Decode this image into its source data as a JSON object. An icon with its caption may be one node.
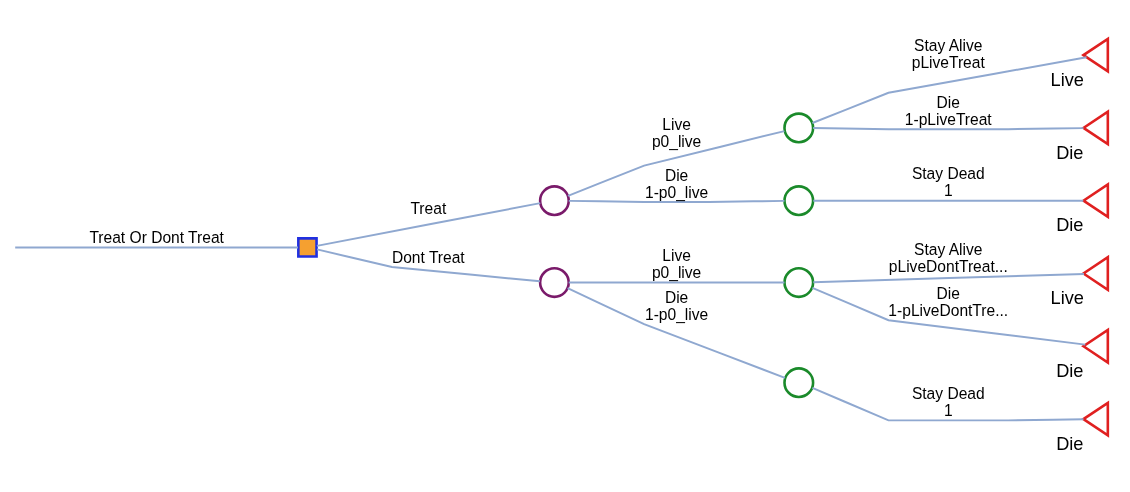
{
  "diagram": {
    "nodes": [
      {
        "text": [],
        "shape": "box"
      },
      {
        "text": [],
        "shape": "circle"
      },
      {
        "text": [],
        "shape": "circle"
      },
      {
        "text": [],
        "shape": "triangle",
        "beside": [
          "Live"
        ]
      },
      {
        "text": [],
        "shape": "triangle",
        "beside": [
          "Die"
        ]
      },
      {
        "text": [],
        "shape": "circle"
      },
      {
        "text": [],
        "shape": "triangle",
        "beside": [
          "Die"
        ]
      },
      {
        "text": [],
        "shape": "circle"
      },
      {
        "text": [],
        "shape": "circle"
      },
      {
        "text": [],
        "shape": "triangle",
        "beside": [
          "Live"
        ]
      },
      {
        "text": [],
        "shape": "triangle",
        "beside": [
          "Die"
        ]
      },
      {
        "text": [],
        "shape": "circle"
      },
      {
        "text": [],
        "shape": "triangle",
        "beside": [
          "Die"
        ]
      }
    ],
    "edges": [
      {
        "from": null,
        "to": 0,
        "arrow": "none",
        "label": [
          "Treat Or Dont Treat"
        ]
      },
      {
        "from": 0,
        "to": 1,
        "arrow": "none",
        "label": [
          "Treat"
        ]
      },
      {
        "from": 1,
        "to": 2,
        "arrow": "none",
        "label": [
          "Live",
          "p0_live"
        ]
      },
      {
        "from": 2,
        "to": 3,
        "arrow": "none",
        "label": [
          "Stay Alive",
          "pLiveTreat"
        ]
      },
      {
        "from": 2,
        "to": 4,
        "arrow": "none",
        "label": [
          "Die",
          "1-pLiveTreat"
        ]
      },
      {
        "from": 1,
        "to": 5,
        "arrow": "none",
        "label": [
          "Die",
          "1-p0_live"
        ]
      },
      {
        "from": 5,
        "to": 6,
        "arrow": "none",
        "label": [
          "Stay Dead",
          "1"
        ]
      },
      {
        "from": 0,
        "to": 7,
        "arrow": "none",
        "label": [
          "Dont Treat"
        ]
      },
      {
        "from": 7,
        "to": 8,
        "arrow": "none",
        "label": [
          "Live",
          "p0_live"
        ]
      },
      {
        "from": 8,
        "to": 9,
        "arrow": "none",
        "label": [
          "Stay Alive",
          "pLiveDontTreat..."
        ]
      },
      {
        "from": 8,
        "to": 10,
        "arrow": "none",
        "label": [
          "Die",
          "1-pLiveDontTre..."
        ]
      },
      {
        "from": 7,
        "to": 11,
        "arrow": "none",
        "label": [
          "Die",
          "1-p0_live"
        ]
      },
      {
        "from": 11,
        "to": 12,
        "arrow": "none",
        "label": [
          "Stay Dead",
          "1"
        ]
      }
    ]
  }
}
